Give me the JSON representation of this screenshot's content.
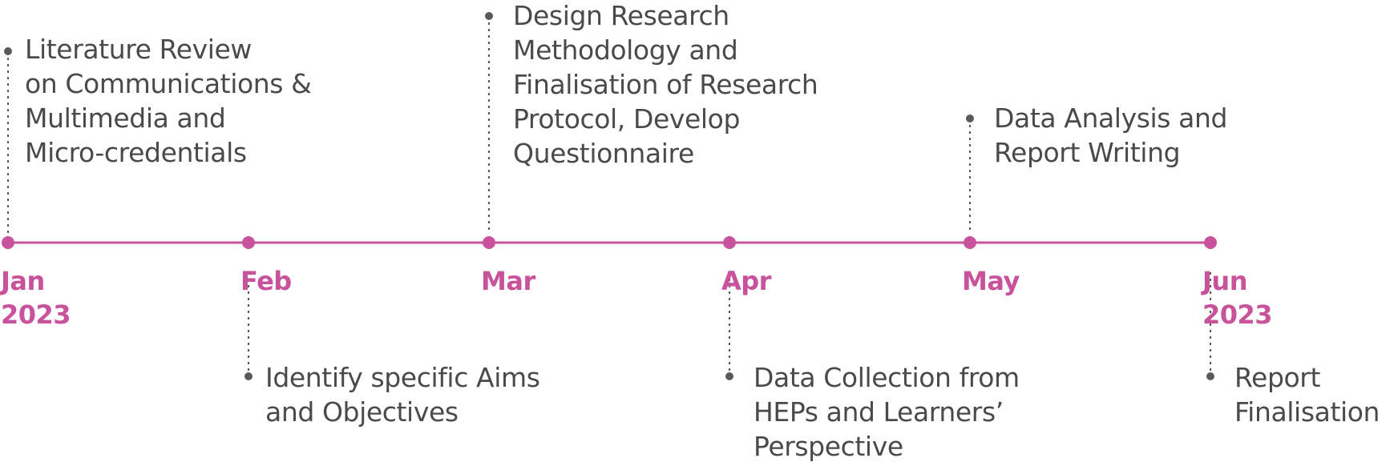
{
  "colors": {
    "accent": "#c8529c",
    "text": "#4a4a4a",
    "connector": "#5a5a5a"
  },
  "milestones": [
    {
      "month": "Jan\n2023",
      "task": "Literature Review\non Communications &\nMultimedia and\nMicro-credentials",
      "side": "above"
    },
    {
      "month": "Feb",
      "task": "Identify specific Aims\nand Objectives",
      "side": "below"
    },
    {
      "month": "Mar",
      "task": "Design Research\nMethodology and\nFinalisation of Research\nProtocol, Develop\nQuestionnaire",
      "side": "above"
    },
    {
      "month": "Apr",
      "task": "Data Collection from\nHEPs and Learners’\nPerspective",
      "side": "below"
    },
    {
      "month": "May",
      "task": "Data Analysis and\nReport Writing",
      "side": "above"
    },
    {
      "month": "Jun\n2023",
      "task": "Report\nFinalisation",
      "side": "below"
    }
  ]
}
